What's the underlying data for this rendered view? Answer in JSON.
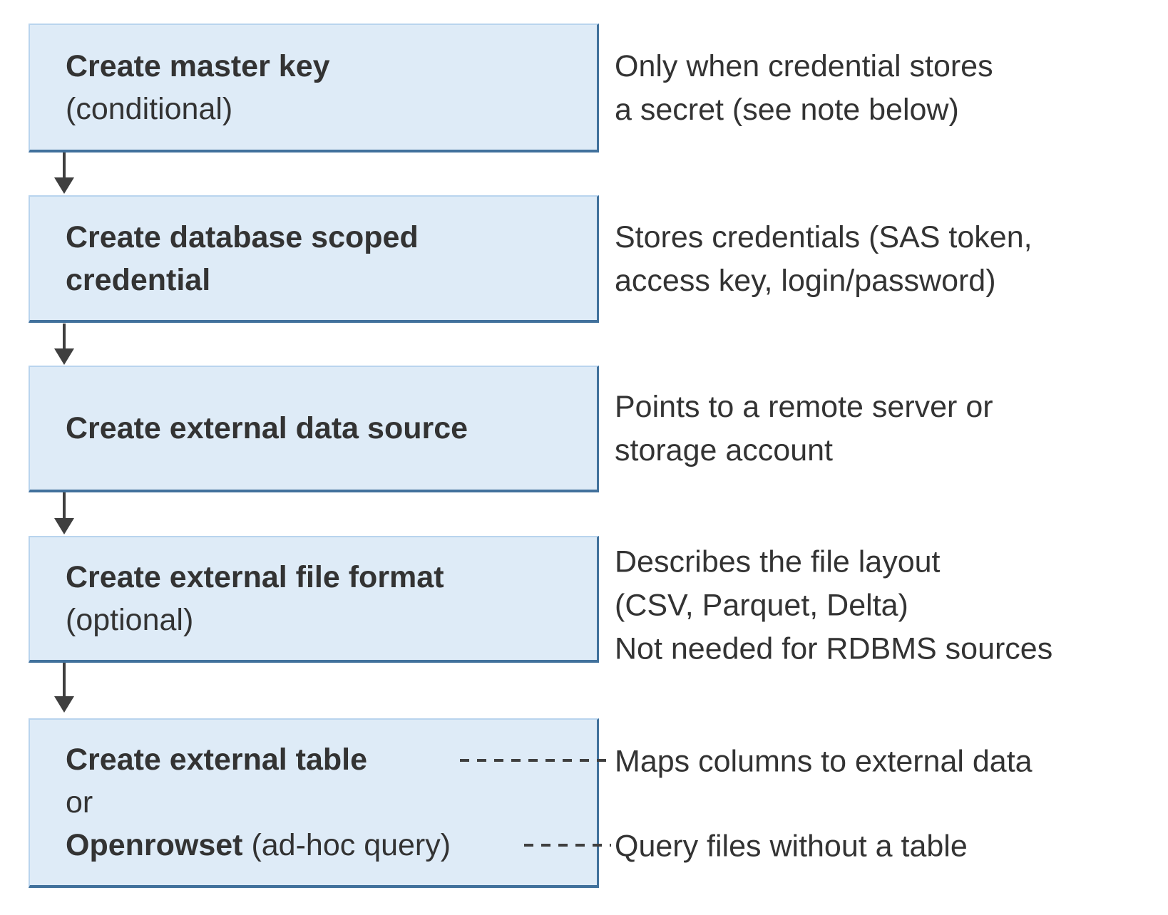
{
  "theme": {
    "box_fill": "#DEEBF7",
    "box_border_light": "#B9D4EE",
    "box_border_strong": "#41719C",
    "arrow_color": "#3F3F3F",
    "text_color": "#333333",
    "background": "#FFFFFF"
  },
  "steps": [
    {
      "title": "Create master key",
      "qualifier": "(conditional)",
      "note_lines": [
        "Only when credential stores",
        "a secret (see note below)"
      ]
    },
    {
      "title_lines": [
        "Create database scoped",
        "credential"
      ],
      "note_lines": [
        "Stores credentials (SAS token,",
        "access key, login/password)"
      ]
    },
    {
      "title": "Create external data source",
      "note_lines": [
        "Points to a remote server or",
        "storage account"
      ]
    },
    {
      "title": "Create external file format",
      "qualifier": "(optional)",
      "note_lines": [
        "Describes the file layout",
        "(CSV, Parquet, Delta)",
        "Not needed for RDBMS sources"
      ]
    },
    {
      "option1_title": "Create external table",
      "connector_word": "or",
      "option2_bold": "Openrowset",
      "option2_rest": " (ad-hoc query)",
      "option1_note": "Maps columns to external data",
      "option2_note": "Query files without a table"
    }
  ]
}
